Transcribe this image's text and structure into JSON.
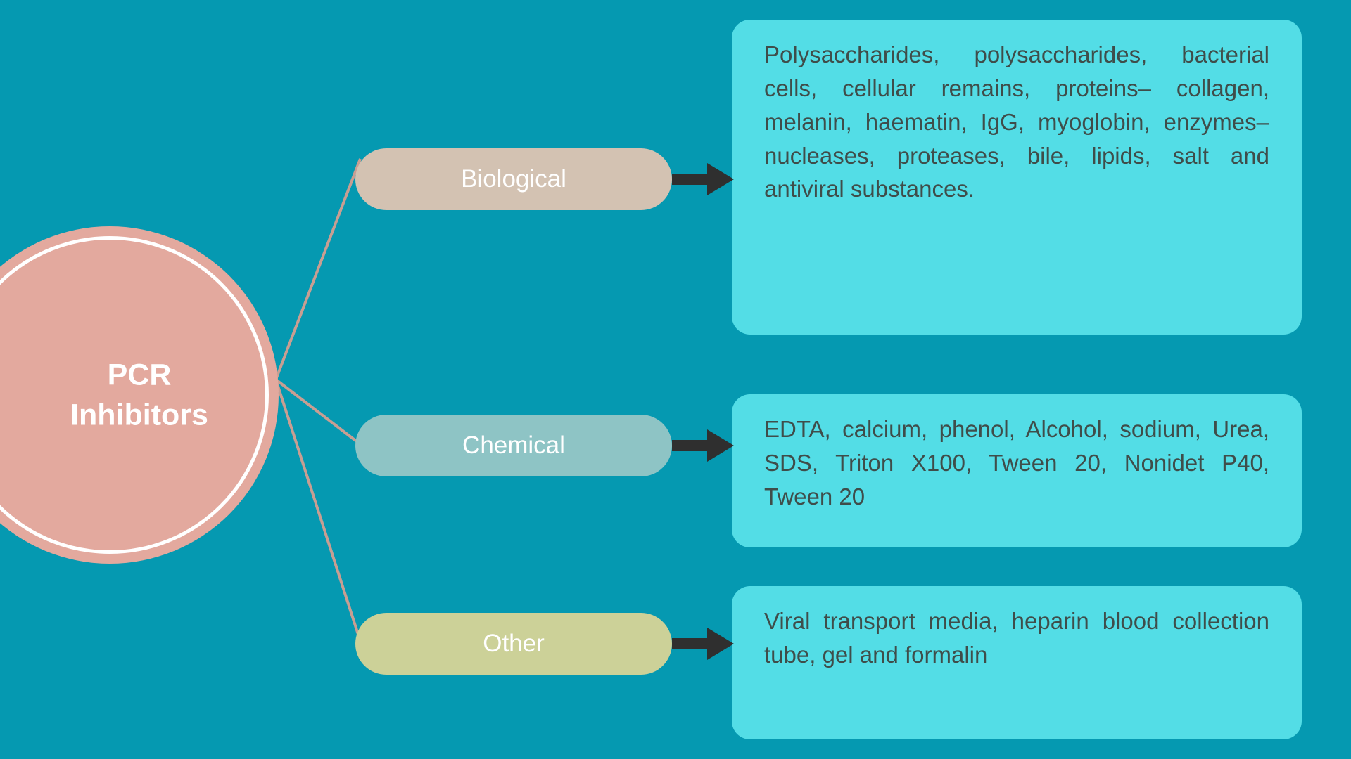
{
  "theme": {
    "background": "#0599b1",
    "hub_fill": "#e3a99e",
    "hub_ring": "#ffffff",
    "card_fill": "#53dde6",
    "card_text": "#3f4d4a",
    "connector": "#c89e92",
    "arrow": "#2f2f2f"
  },
  "hub": {
    "label": "PCR\nInhibitors"
  },
  "branches": [
    {
      "id": "biological",
      "label": "Biological",
      "pill_color": "#d3c2b2",
      "detail": "Polysaccharides, polysaccharides, bacterial cells, cellular remains, proteins– collagen, melanin, haematin, IgG, myoglobin, enzymes– nucleases, proteases, bile, lipids, salt and antiviral substances."
    },
    {
      "id": "chemical",
      "label": "Chemical",
      "pill_color": "#8ec4c5",
      "detail": "EDTA, calcium, phenol, Alcohol, sodium, Urea, SDS, Triton X100, Tween 20, Nonidet P40, Tween 20"
    },
    {
      "id": "other",
      "label": "Other",
      "pill_color": "#ccd198",
      "detail": "Viral transport media, heparin blood collection tube, gel and formalin"
    }
  ]
}
